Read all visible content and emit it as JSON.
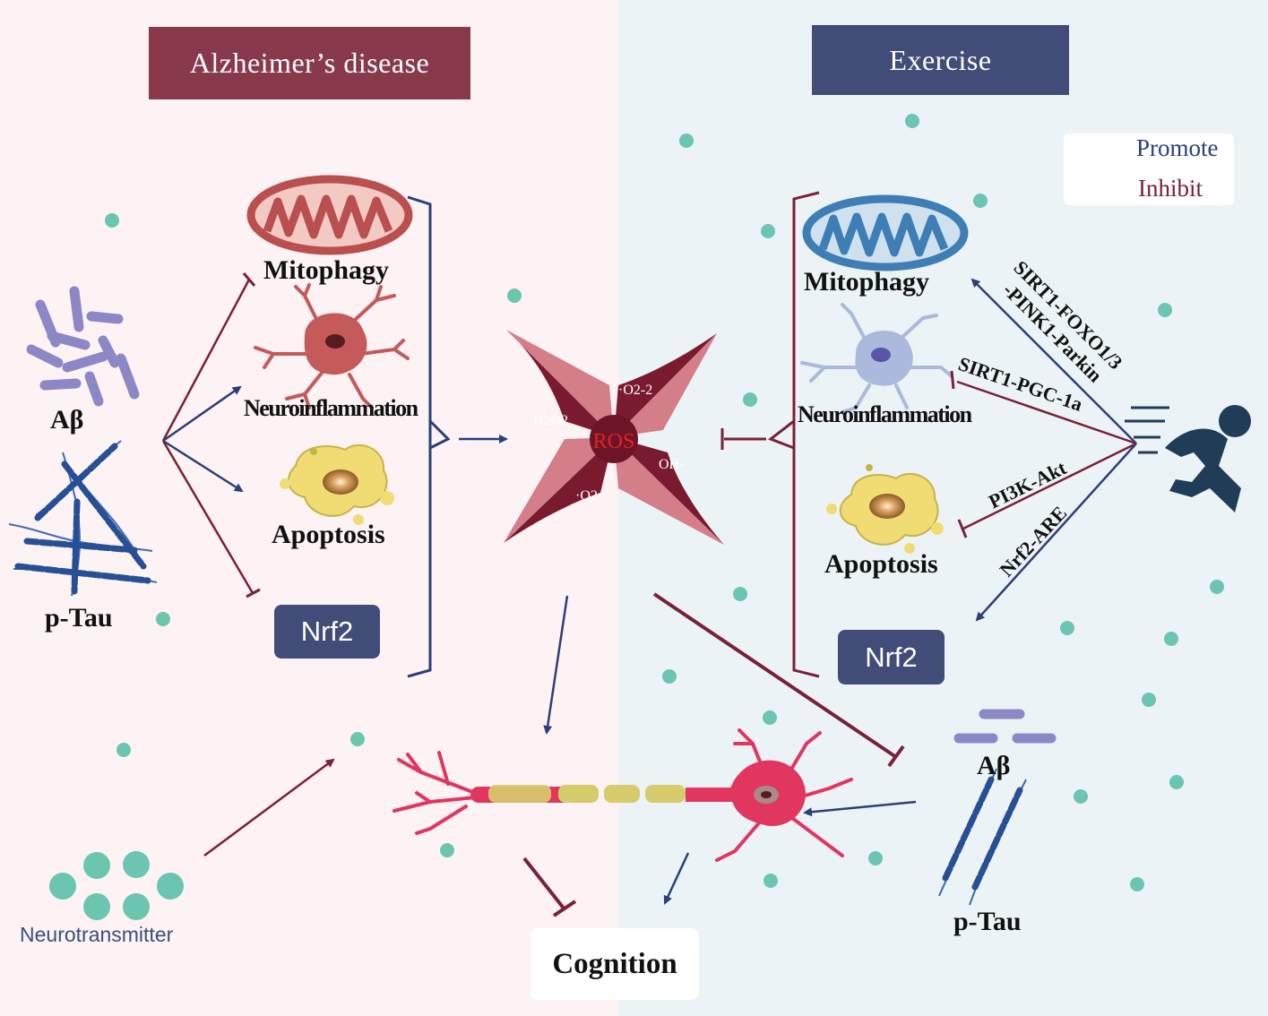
{
  "left_panel": {
    "title": "Alzheimer’s disease",
    "abeta": "Aβ",
    "ptau": "p-Tau",
    "mitophagy": "Mitophagy",
    "neuroinflammation": "Neuroinflammation",
    "apoptosis": "Apoptosis",
    "nrf2": "Nrf2",
    "neurotransmitter": "Neurotransmitter"
  },
  "center": {
    "ros": "ROS",
    "species": [
      "H2O2",
      "·O2-2",
      "OH-",
      "·O2-"
    ]
  },
  "right_panel": {
    "title": "Exercise",
    "mitophagy": "Mitophagy",
    "neuroinflammation": "Neuroinflammation",
    "apoptosis": "Apoptosis",
    "nrf2": "Nrf2",
    "abeta": "Aβ",
    "ptau": "p-Tau",
    "pathways": {
      "p1": "SIRT1-FOXO1/3",
      "p1b": "-PINK1-Parkin",
      "p2": "SIRT1-PGC-1a",
      "p3": "PI3K-Akt",
      "p4": "Nrf2-ARE"
    }
  },
  "legend": {
    "promote": "Promote",
    "inhibit": "Inhibit"
  },
  "cognition": "Cognition",
  "colors": {
    "promote": "#2b3f7a",
    "inhibit": "#7a2038",
    "dots": "#6cc5b0",
    "ad_header": "#883a4b",
    "exercise_header": "#414d78"
  }
}
